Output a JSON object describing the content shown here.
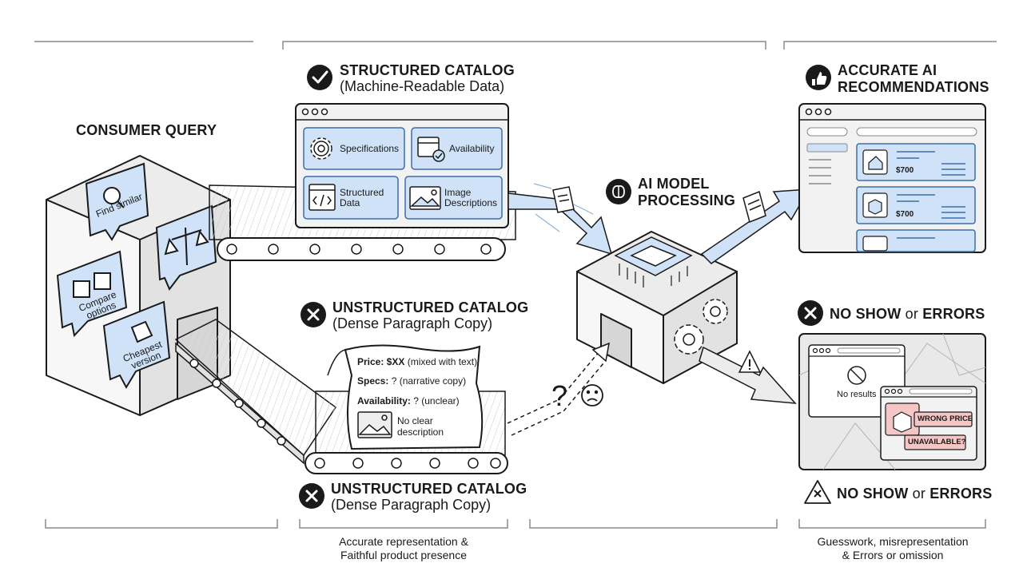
{
  "consumer": {
    "title": "CONSUMER QUERY",
    "bubbles": [
      {
        "label": "Find similar",
        "icon": "magnifier-icon"
      },
      {
        "label": "",
        "icon": "scales-icon"
      },
      {
        "label": "Compare options",
        "icon": "boxes-icon"
      },
      {
        "label": "Cheapest version",
        "icon": "price-tag-icon"
      }
    ]
  },
  "structured": {
    "title": "STRUCTURED CATALOG",
    "subtitle": "(Machine-Readable Data)",
    "badge_icon": "check-icon",
    "cards": [
      {
        "label": "Specifications",
        "icon": "gear-icon"
      },
      {
        "label": "Availability",
        "icon": "calendar-icon"
      },
      {
        "label": "Structured Data",
        "icon": "code-icon"
      },
      {
        "label": "Image Descriptions",
        "icon": "image-icon"
      }
    ]
  },
  "unstructured_top": {
    "title": "UNSTRUCTURED CATALOG",
    "subtitle": "(Dense Paragraph Copy)",
    "badge_icon": "x-icon"
  },
  "unstructured_bottom": {
    "title": "UNSTRUCTURED CATALOG",
    "subtitle": "(Dense Paragraph Copy)",
    "badge_icon": "x-icon"
  },
  "paper": {
    "lines": [
      {
        "bold": "Price: $XX",
        "rest": " (mixed with text)"
      },
      {
        "bold": "Specs:",
        "rest": " ? (narrative copy)"
      },
      {
        "bold": "Availability:",
        "rest": " ? (unclear)"
      }
    ],
    "no_desc_1": "No clear",
    "no_desc_2": "description"
  },
  "ai": {
    "title_1": "AI MODEL",
    "title_2": "PROCESSING",
    "icon": "brain-chip-icon"
  },
  "accurate": {
    "title_1": "ACCURATE AI",
    "title_2": "RECOMMENDATIONS",
    "badge_icon": "thumbs-up-icon",
    "prices": [
      "$700",
      "$700"
    ]
  },
  "errors": {
    "title_bold_1": "NO SHOW",
    "title_or": "or",
    "title_bold_2": "ERRORS",
    "no_results": "No results",
    "wrong_price": "WRONG PRICE",
    "unavailable": "UNAVAILABLE?",
    "bottom_title_bold_1": "NO SHOW",
    "bottom_title_or": "or",
    "bottom_title_bold_2": "ERRORS"
  },
  "captions": {
    "left_1": "Accurate representation &",
    "left_2": "Faithful product presence",
    "right_1": "Guesswork, misrepresentation",
    "right_2": "& Errors or omission"
  },
  "colors": {
    "accent_blue": "#cfe2f8",
    "blue_stroke": "#3b6ea8",
    "error_red": "#f4c6c6",
    "ink": "#1a1a1a"
  }
}
